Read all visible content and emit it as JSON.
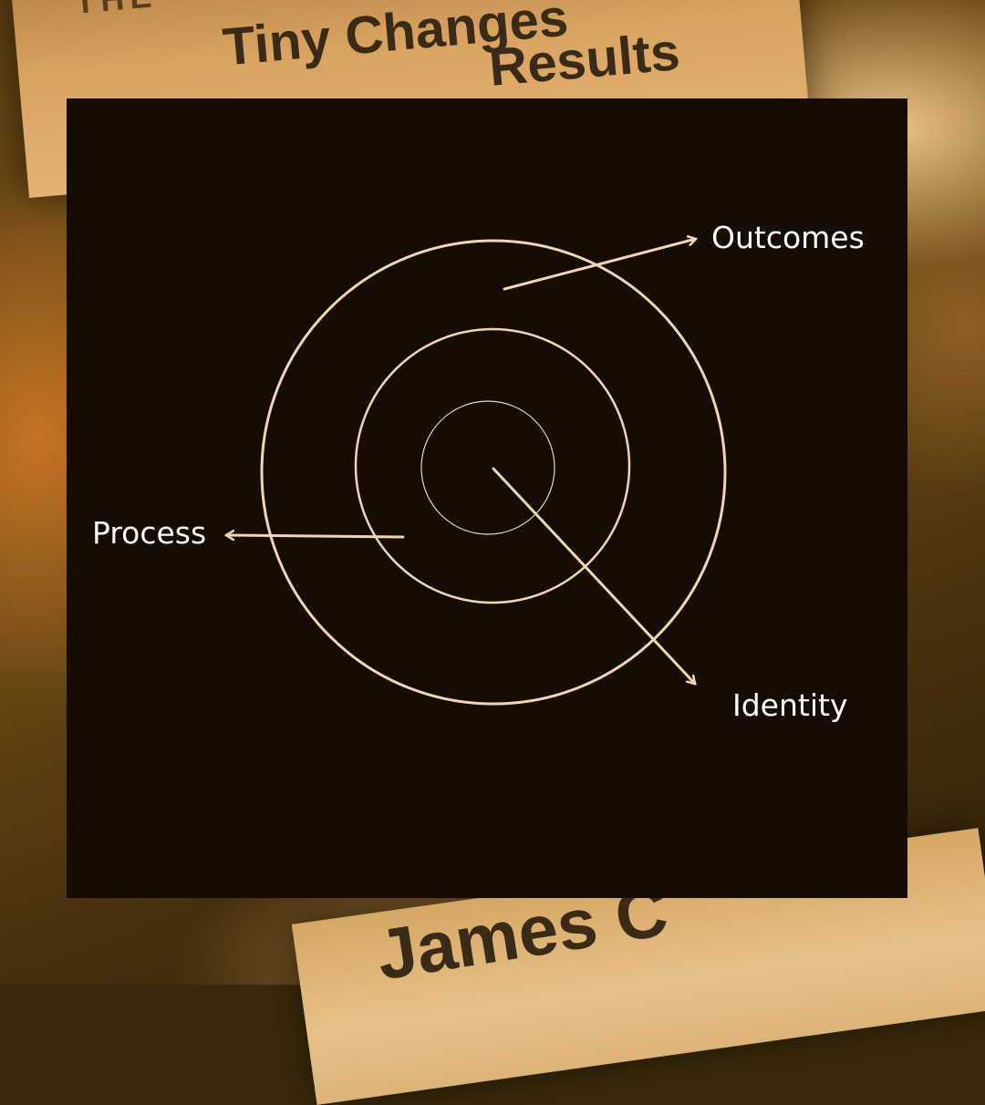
{
  "background_photo": {
    "cover_tag": "THE",
    "title_line_1": "Tiny Changes",
    "title_line_2": "Results",
    "author": "James C"
  },
  "diagram": {
    "rings": [
      {
        "name": "Outcomes",
        "role": "outer"
      },
      {
        "name": "Process",
        "role": "middle"
      },
      {
        "name": "Identity",
        "role": "inner"
      }
    ],
    "labels": {
      "outcomes": "Outcomes",
      "process": "Process",
      "identity": "Identity"
    }
  },
  "colors": {
    "panel": "#160c04",
    "ring_stroke": "#f0d6b4",
    "arrow": "#f0d6b4",
    "label_text": "#ffffff"
  }
}
